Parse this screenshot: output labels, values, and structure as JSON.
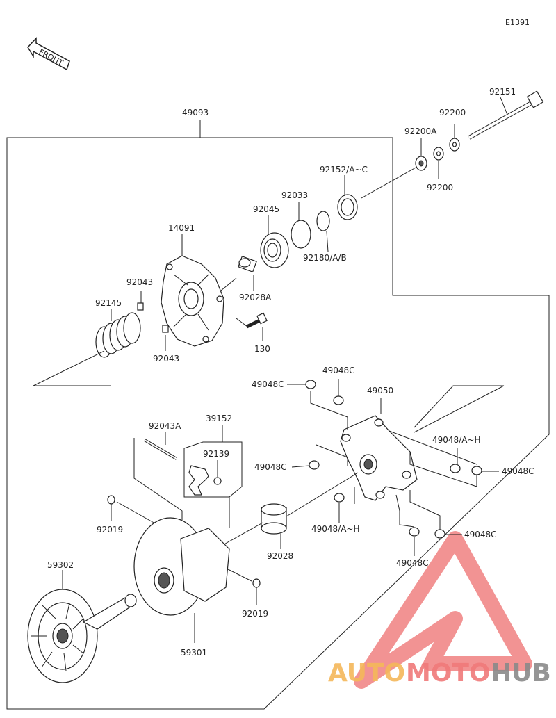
{
  "diagram": {
    "code": "E1391",
    "front_label": "FRONT",
    "labels": {
      "p49093": "49093",
      "p92151": "92151",
      "p92200_top": "92200",
      "p92200A": "92200A",
      "p92200_bottom": "92200",
      "p92152": "92152/A~C",
      "p92033": "92033",
      "p92045": "92045",
      "p92180": "92180/A/B",
      "p14091": "14091",
      "p92043_top": "92043",
      "p92028A": "92028A",
      "p92145": "92145",
      "p130": "130",
      "p92043_bottom": "92043",
      "p49048C_top": "49048C",
      "p49048C_left": "49048C",
      "p49050": "49050",
      "p92043A": "92043A",
      "p39152": "39152",
      "p92139": "92139",
      "p49048AH_right": "49048/A~H",
      "p49048C_mid": "49048C",
      "p49048C_right": "49048C",
      "p92019_left": "92019",
      "p49048AH_bottom": "49048/A~H",
      "p49048C_bottom_right": "49048C",
      "p92028": "92028",
      "p49048C_bottom": "49048C",
      "p59302": "59302",
      "p92019_right": "92019",
      "p59301": "59301"
    }
  },
  "watermark": {
    "part1": "AUTO",
    "part2": "MOTO",
    "part3": "HUB",
    "color_orange": "#f5b85a",
    "color_red": "#f07a7a",
    "color_gray": "#8a8a8a"
  }
}
